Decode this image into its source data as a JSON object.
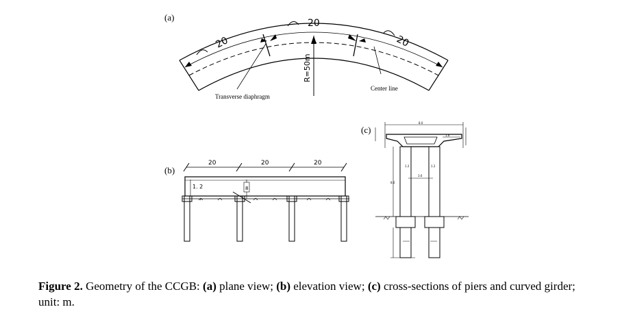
{
  "plane": {
    "tag": "(a)",
    "span_labels": [
      "20",
      "20",
      "20"
    ],
    "radius_label": "R=50m",
    "diaphragm_label": "Transverse diaphragm",
    "centerline_label": "Center line"
  },
  "elevation": {
    "tag": "(b)",
    "span_labels": [
      "20",
      "20",
      "20"
    ],
    "girder_depth_label": "1. 2",
    "pier_height_label": "8"
  },
  "cross_section": {
    "tag": "(c)"
  },
  "caption": {
    "figure_label": "Figure 2.",
    "text_1": " Geometry of the CCGB: ",
    "a": "(a)",
    "text_2": " plane view; ",
    "b": "(b)",
    "text_3": " elevation view; ",
    "c": "(c)",
    "text_4": " cross-sections of piers and curved girder; unit: m."
  }
}
